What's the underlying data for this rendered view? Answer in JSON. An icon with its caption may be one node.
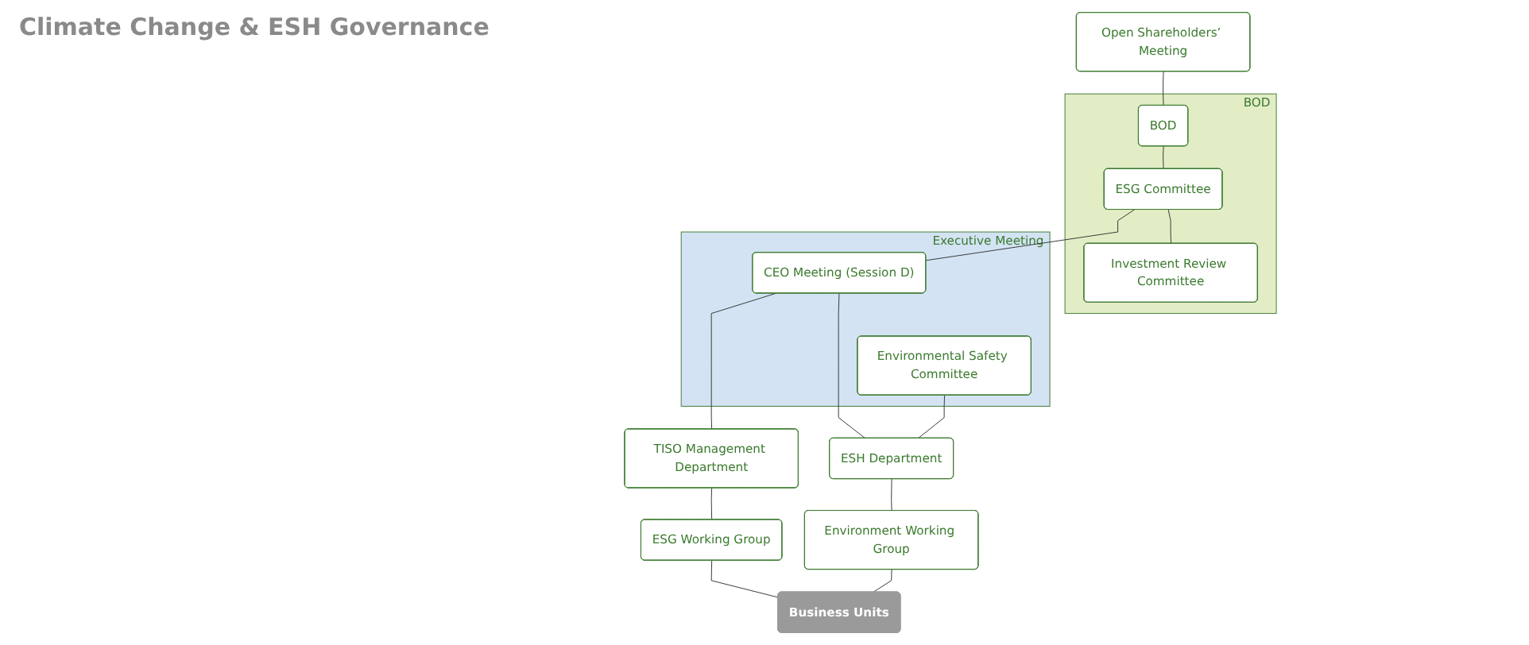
{
  "diagram": {
    "title": "Climate Change & ESH Governance",
    "nodes": [
      {
        "text": [
          "Open Shareholders’ Meeting"
        ]
      },
      {
        "text": [
          "BOD"
        ]
      },
      {
        "text": [
          "BOD"
        ],
        "in": 1
      },
      {
        "text": [
          "ESG Committee"
        ],
        "in": 1
      },
      {
        "text": [
          "Investment Review Committee"
        ],
        "in": 1
      },
      {
        "text": [
          "Executive Meeting"
        ]
      },
      {
        "text": [
          "CEO Meeting (Session D)"
        ],
        "in": 5
      },
      {
        "text": [
          "Environmental Safety Committee"
        ],
        "in": 5
      },
      {
        "text": [
          "TISO Management Department"
        ]
      },
      {
        "text": [
          "ESH Department"
        ]
      },
      {
        "text": [
          "ESG Working Group"
        ]
      },
      {
        "text": [
          "Environment Working Group"
        ]
      },
      {
        "text": [
          "Business Units"
        ]
      }
    ],
    "edges": [
      {
        "from": 0,
        "to": 2,
        "arrow": "none"
      },
      {
        "from": 2,
        "to": 3,
        "arrow": "none"
      },
      {
        "from": 3,
        "to": 4,
        "arrow": "none"
      },
      {
        "from": 3,
        "to": 6,
        "arrow": "none"
      },
      {
        "from": 6,
        "to": 8,
        "arrow": "none"
      },
      {
        "from": 6,
        "to": 9,
        "arrow": "none"
      },
      {
        "from": 7,
        "to": 9,
        "arrow": "none"
      },
      {
        "from": 8,
        "to": 10,
        "arrow": "none"
      },
      {
        "from": 9,
        "to": 11,
        "arrow": "none"
      },
      {
        "from": 10,
        "to": 12,
        "arrow": "none"
      },
      {
        "from": 11,
        "to": 12,
        "arrow": "none"
      }
    ]
  }
}
